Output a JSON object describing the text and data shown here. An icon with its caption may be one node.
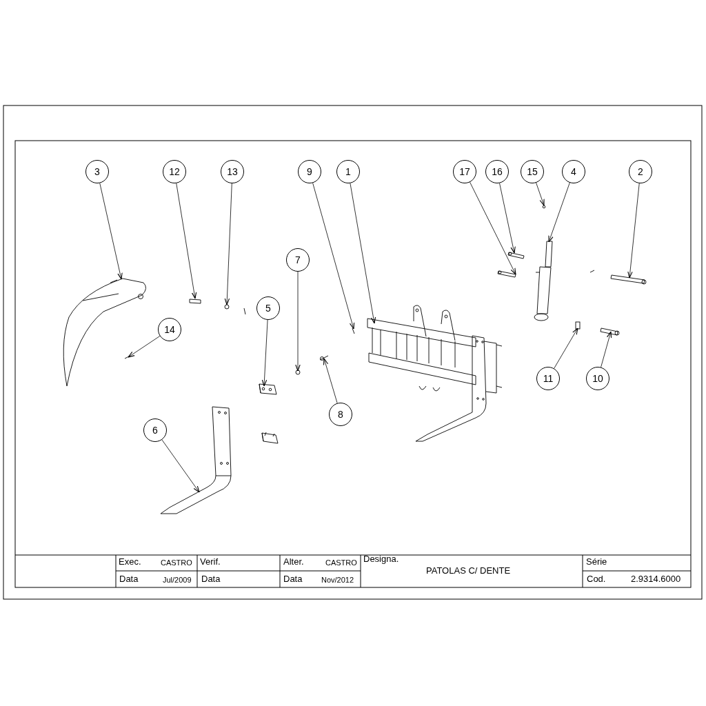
{
  "diagram": {
    "nodes": [
      {
        "text": [
          "3"
        ]
      },
      {
        "text": [
          "12"
        ]
      },
      {
        "text": [
          "13"
        ]
      },
      {
        "text": [
          "9"
        ]
      },
      {
        "text": [
          "1"
        ]
      },
      {
        "text": [
          "17"
        ]
      },
      {
        "text": [
          "16"
        ]
      },
      {
        "text": [
          "15"
        ]
      },
      {
        "text": [
          "4"
        ]
      },
      {
        "text": [
          "2"
        ]
      },
      {
        "text": [
          "7"
        ]
      },
      {
        "text": [
          "5"
        ]
      },
      {
        "text": [
          "14"
        ]
      },
      {
        "text": [
          "11"
        ]
      },
      {
        "text": [
          "10"
        ]
      },
      {
        "text": [
          "8"
        ]
      },
      {
        "text": [
          "6"
        ]
      },
      {
        "text": [],
        "shape": "picture"
      },
      {
        "text": [],
        "shape": "picture"
      },
      {
        "text": [],
        "shape": "picture"
      },
      {
        "text": [],
        "shape": "bar"
      },
      {
        "text": [],
        "shape": "circle"
      },
      {
        "text": [],
        "shape": "picture"
      },
      {
        "text": [],
        "shape": "circle"
      },
      {
        "text": [],
        "shape": "bar"
      },
      {
        "text": [],
        "shape": "picture"
      },
      {
        "text": [],
        "shape": "picture"
      },
      {
        "text": [],
        "shape": "picture"
      },
      {
        "text": [],
        "shape": "picture"
      },
      {
        "text": [],
        "shape": "circle"
      },
      {
        "text": [],
        "shape": "picture"
      },
      {
        "text": [],
        "shape": "box"
      },
      {
        "text": [],
        "shape": "bar"
      },
      {
        "text": [],
        "shape": "bar"
      }
    ],
    "edges": [
      {
        "from": 0,
        "to": 17,
        "arrow": "to"
      },
      {
        "from": 1,
        "to": 20,
        "arrow": "to"
      },
      {
        "from": 2,
        "to": 21,
        "arrow": "to"
      },
      {
        "from": 3,
        "to": 25,
        "arrow": "to"
      },
      {
        "from": 4,
        "to": 26,
        "arrow": "to"
      },
      {
        "from": 5,
        "to": 27,
        "arrow": "to"
      },
      {
        "from": 6,
        "to": 28,
        "arrow": "to"
      },
      {
        "from": 7,
        "to": 29,
        "arrow": "to"
      },
      {
        "from": 8,
        "to": 30,
        "arrow": "to"
      },
      {
        "from": 9,
        "to": 33,
        "arrow": "to"
      },
      {
        "from": 10,
        "to": 23,
        "arrow": "to"
      },
      {
        "from": 11,
        "to": 22,
        "arrow": "to"
      },
      {
        "from": 12,
        "to": 18,
        "arrow": "to"
      },
      {
        "from": 13,
        "to": 31,
        "arrow": "to"
      },
      {
        "from": 14,
        "to": 32,
        "arrow": "to"
      },
      {
        "from": 15,
        "to": 24,
        "arrow": "to"
      },
      {
        "from": 16,
        "to": 19,
        "arrow": "to"
      }
    ],
    "labels": [
      "Exec.",
      "CASTRO",
      "Verif.",
      "Alter.",
      "CASTRO",
      "Designa.",
      "Série",
      "PATOLAS C/ DENTE",
      "Data",
      "Jul/2009",
      "Data",
      "Data",
      "Nov/2012",
      "Cod.",
      "2.9314.6000"
    ]
  }
}
